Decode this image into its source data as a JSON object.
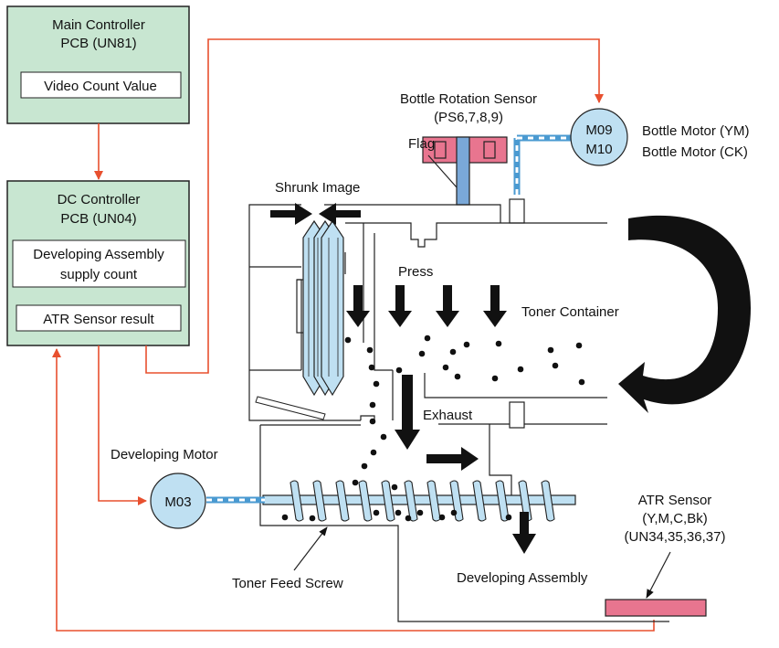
{
  "main_pcb": {
    "line1": "Main Controller",
    "line2": "PCB (UN81)",
    "video_count": "Video Count Value"
  },
  "dc_pcb": {
    "line1": "DC Controller",
    "line2": "PCB (UN04)",
    "supply1": "Developing Assembly",
    "supply2": "supply count",
    "atr_result": "ATR Sensor result"
  },
  "bottle_sensor": {
    "line1": "Bottle Rotation Sensor",
    "line2": "(PS6,7,8,9)"
  },
  "flag": "Flag",
  "bottle_motor": {
    "id1": "M09",
    "id2": "M10",
    "label1": "Bottle Motor (YM)",
    "label2": "Bottle Motor (CK)"
  },
  "shrunk_image": "Shrunk Image",
  "press": "Press",
  "toner_container": "Toner Container",
  "exhaust": "Exhaust",
  "developing_motor": {
    "label": "Developing Motor",
    "id": "M03"
  },
  "toner_feed_screw": "Toner Feed Screw",
  "developing_assembly": "Developing Assembly",
  "atr_sensor": {
    "line1": "ATR Sensor",
    "line2": "(Y,M,C,Bk)",
    "line3": "(UN34,35,36,37)"
  },
  "colors": {
    "pcb_fill": "#c8e6d1",
    "signal_line": "#e8502f",
    "motor_fill": "#bfe0f2",
    "sensor_fill": "#e8758f",
    "shaft_blue": "#4a9ad1"
  }
}
